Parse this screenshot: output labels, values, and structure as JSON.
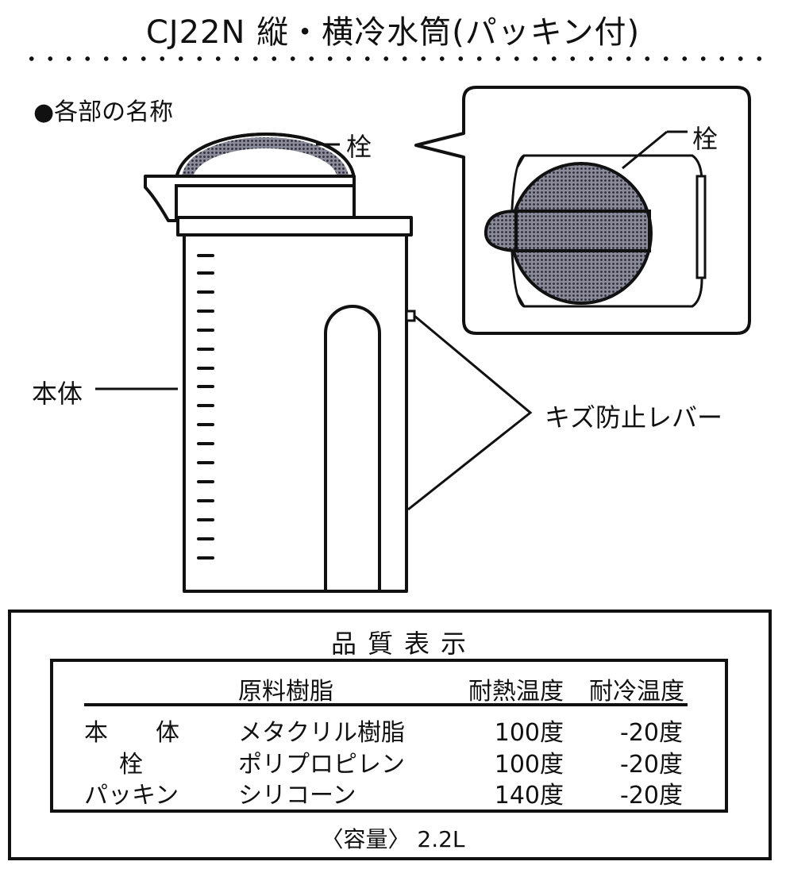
{
  "title": "CJ22N 縦・横冷水筒(パッキン付)",
  "section_title": "●各部の名称",
  "labels": {
    "stopper": "栓",
    "stopper_zoom": "栓",
    "body": "本体",
    "lever": "キズ防止レバー"
  },
  "quality": {
    "title": "品質表示",
    "headers": [
      "",
      "原料樹脂",
      "耐熱温度",
      "耐冷温度"
    ],
    "rows": [
      {
        "name": "本　　体",
        "material": "メタクリル樹脂",
        "heat": "100度",
        "cold": "-20度"
      },
      {
        "name": "栓",
        "material": "ポリプロピレン",
        "heat": "100度",
        "cold": "-20度"
      },
      {
        "name": "パッキン",
        "material": "シリコーン",
        "heat": "140度",
        "cold": "-20度"
      }
    ],
    "capacity": "〈容量〉 2.2L"
  },
  "colors": {
    "ink": "#111111",
    "stopper_fill": "#6a6a78"
  }
}
